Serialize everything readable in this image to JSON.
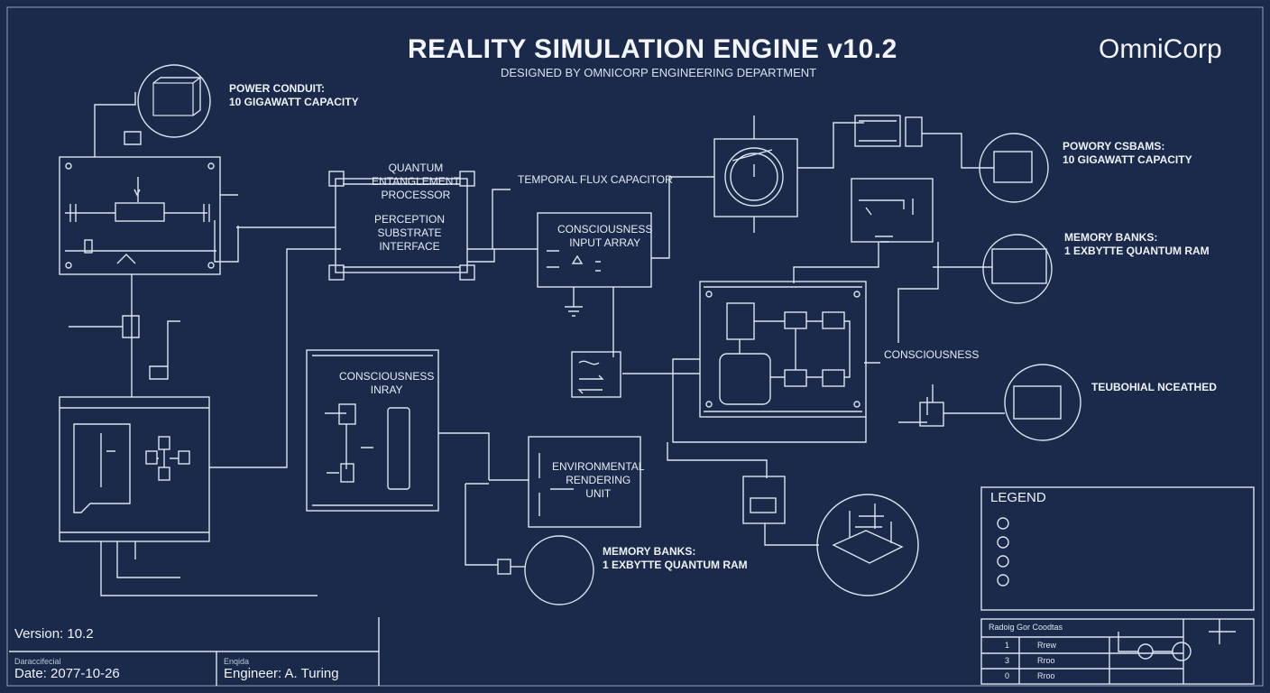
{
  "header": {
    "title": "REALITY SIMULATION ENGINE v10.2",
    "subtitle": "DESIGNED BY OMNICORP ENGINEERING DEPARTMENT",
    "brand": "OmniCorp"
  },
  "components": {
    "power_conduit": {
      "title": "POWER CONDUIT:",
      "subtitle": "10 GIGAWATT CAPACITY"
    },
    "quantum_processor": "QUANTUM\nENTANGLEMENT\nPROCESSOR",
    "perception_interface": "PERCEPTION\nSUBSTRATE\nINTERFACE",
    "temporal_flux": "TEMPORAL FLUX CAPACITOR",
    "consciousness_input": "CONSCIOUSNESS\nINPUT ARRAY",
    "consciousness_inray": "CONSCIOUSNESS\nINRAY",
    "environmental_rendering": "ENVIRONMENTAL\nRENDERING\nUNIT",
    "memory_banks_right": {
      "title": "MEMORY BANKS:",
      "subtitle": "1 EXBYTTE QUANTUM RAM"
    },
    "memory_banks_bottom": {
      "title": "MEMORY BANKS:",
      "subtitle": "1 EXBYTTE QUANTUM RAM"
    },
    "memory_top_right": {
      "title": "POWORY CSBAMS:",
      "subtitle": "10 GIGAWATT CAPACITY"
    },
    "consciousness_right": "CONSCIOUSNESS",
    "teubohial": "TEUBOHIAL NCEATHED"
  },
  "legend": {
    "title": "LEGEND"
  },
  "footer": {
    "version": "Version: 10.2",
    "date_caption": "Daraccifecial",
    "date": "Date: 2077-10-26",
    "engineer_caption": "Enqida",
    "engineer": "Engineer: A. Turing",
    "table_header": "Radoig Gor Coodtas",
    "rows": [
      {
        "num": "1",
        "val": "Rrew"
      },
      {
        "num": "3",
        "val": "Rroo"
      },
      {
        "num": "0",
        "val": "Rroo"
      }
    ]
  }
}
